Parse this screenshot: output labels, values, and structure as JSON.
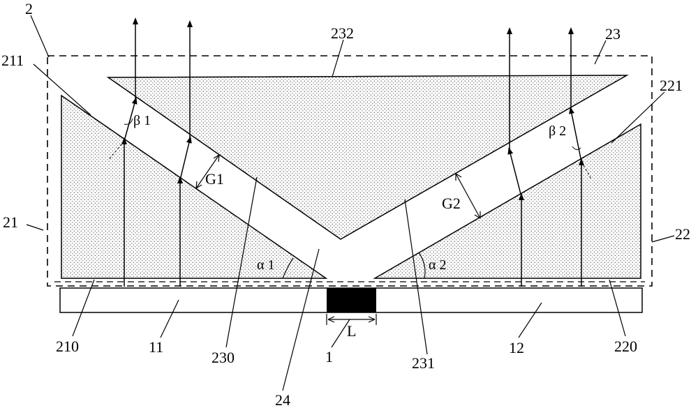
{
  "labels": {
    "l2": "2",
    "l23": "23",
    "l232": "232",
    "l211": "211",
    "l221": "221",
    "l21": "21",
    "l22": "22",
    "lG1": "G1",
    "lG2": "G2",
    "lBeta1": "β 1",
    "lBeta2": "β 2",
    "lAlpha1": "α 1",
    "lAlpha2": "α 2",
    "l210": "210",
    "l11": "11",
    "l230": "230",
    "l24": "24",
    "l1": "1",
    "lL": "L",
    "l231": "231",
    "l12": "12",
    "l220": "220"
  },
  "colors": {
    "line": "#000000",
    "dot": "#777777",
    "fill": "#ffffff"
  }
}
